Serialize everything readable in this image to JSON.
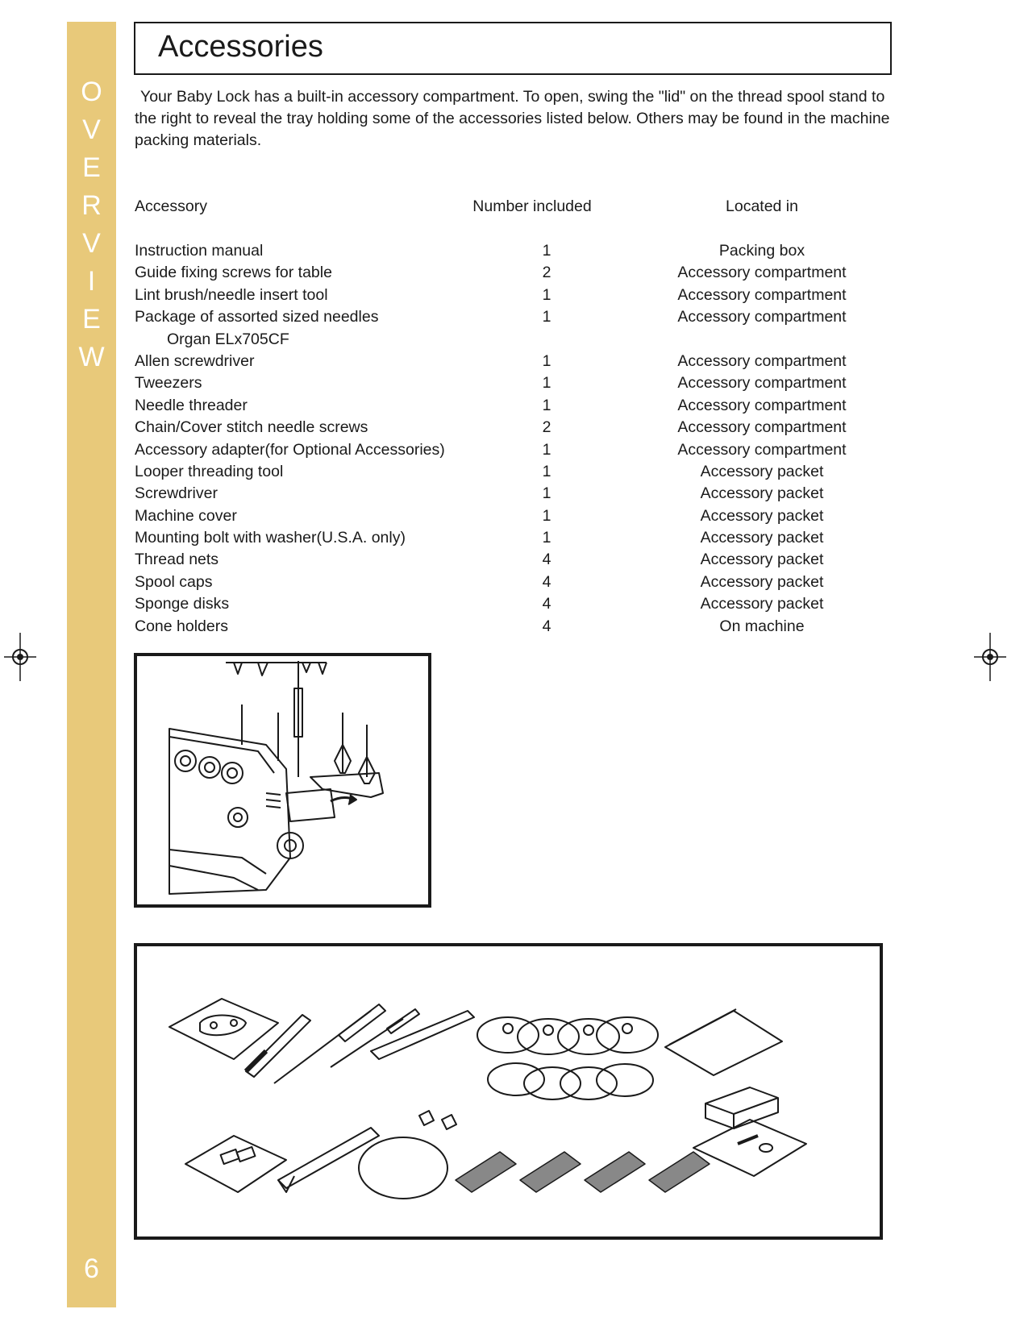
{
  "sidebar": {
    "letters": [
      "O",
      "V",
      "E",
      "R",
      "V",
      "I",
      "E",
      "W"
    ],
    "page_number": "6"
  },
  "title": "Accessories",
  "intro": " Your Baby Lock has a built-in accessory compartment.  To open, swing the \"lid\" on the thread spool stand to the right to reveal the tray holding some of the accessories listed below.  Others may be found in the machine packing materials.",
  "table": {
    "headers": [
      "Accessory",
      "Number included",
      "Located in"
    ],
    "rows": [
      {
        "accessory": "Instruction manual",
        "count": "1",
        "location": "Packing box"
      },
      {
        "accessory": "Guide fixing screws for table",
        "count": "2",
        "location": "Accessory compartment"
      },
      {
        "accessory": "Lint brush/needle insert tool",
        "count": "1",
        "location": "Accessory compartment"
      },
      {
        "accessory": "Package of assorted sized needles",
        "count": "1",
        "location": "Accessory compartment"
      },
      {
        "accessory": "",
        "sub": "Organ ELx705CF",
        "count": "",
        "location": ""
      },
      {
        "accessory": "Allen screwdriver",
        "count": "1",
        "location": "Accessory compartment"
      },
      {
        "accessory": "Tweezers",
        "count": "1",
        "location": "Accessory compartment"
      },
      {
        "accessory": "Needle threader",
        "count": "1",
        "location": "Accessory compartment"
      },
      {
        "accessory": "Chain/Cover stitch needle screws",
        "count": "2",
        "location": "Accessory compartment"
      },
      {
        "accessory": "Accessory adapter(for Optional Accessories)",
        "count": "1",
        "location": "Accessory compartment"
      },
      {
        "accessory": "Looper threading tool",
        "count": "1",
        "location": "Accessory packet"
      },
      {
        "accessory": "Screwdriver",
        "count": "1",
        "location": "Accessory packet"
      },
      {
        "accessory": "Machine cover",
        "count": "1",
        "location": "Accessory packet"
      },
      {
        "accessory": "Mounting bolt with washer(U.S.A. only)",
        "count": "1",
        "location": "Accessory packet"
      },
      {
        "accessory": "Thread nets",
        "count": "4",
        "location": "Accessory packet"
      },
      {
        "accessory": "Spool caps",
        "count": "4",
        "location": "Accessory packet"
      },
      {
        "accessory": "Sponge disks",
        "count": "4",
        "location": "Accessory packet"
      },
      {
        "accessory": "Cone holders",
        "count": "4",
        "location": "On machine"
      }
    ]
  },
  "figures": {
    "machine_illustration": "serger-machine-with-open-accessory-tray",
    "accessories_illustration": "accessories-layout"
  }
}
